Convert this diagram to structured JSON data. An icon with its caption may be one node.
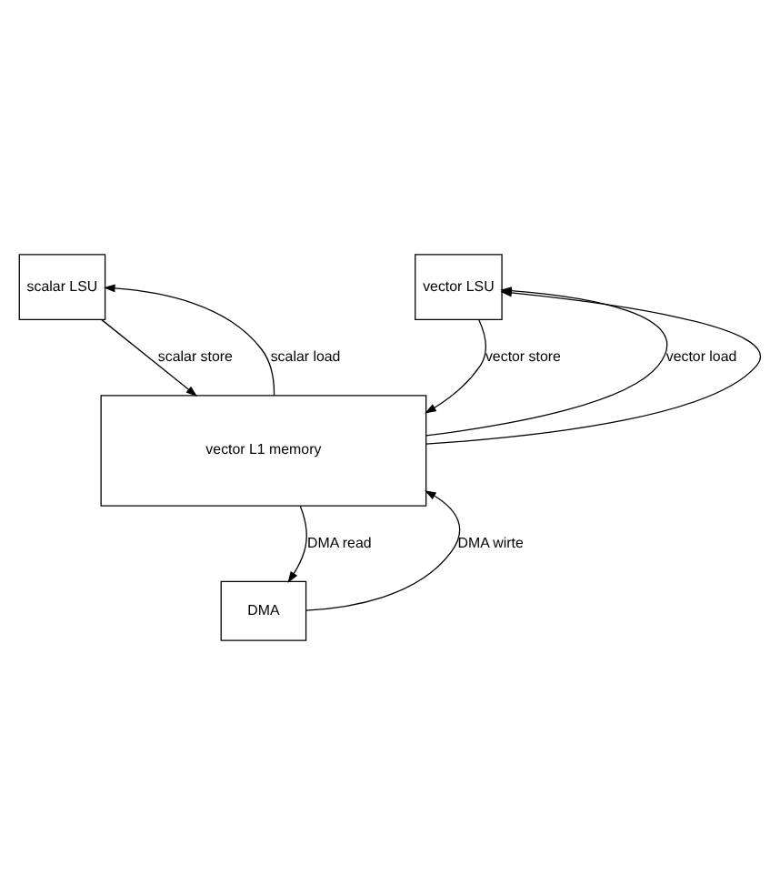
{
  "diagram": {
    "nodes": [
      {
        "text": [
          "scalar LSU"
        ]
      },
      {
        "text": [
          "vector LSU"
        ]
      },
      {
        "text": [
          "vector L1 memory"
        ]
      },
      {
        "text": [
          "DMA"
        ]
      }
    ],
    "edges": [
      {
        "from": 2,
        "to": 0,
        "arrow": "to",
        "label": "scalar load"
      },
      {
        "from": 0,
        "to": 2,
        "arrow": "to",
        "label": "scalar store"
      },
      {
        "from": 2,
        "to": 1,
        "arrow": "to",
        "label": "vector load"
      },
      {
        "from": 2,
        "to": 1,
        "arrow": "to"
      },
      {
        "from": 1,
        "to": 2,
        "arrow": "to",
        "label": "vector store"
      },
      {
        "from": 3,
        "to": 2,
        "arrow": "to",
        "label": "DMA wirte"
      },
      {
        "from": 2,
        "to": 3,
        "arrow": "to",
        "label": "DMA read"
      }
    ]
  }
}
